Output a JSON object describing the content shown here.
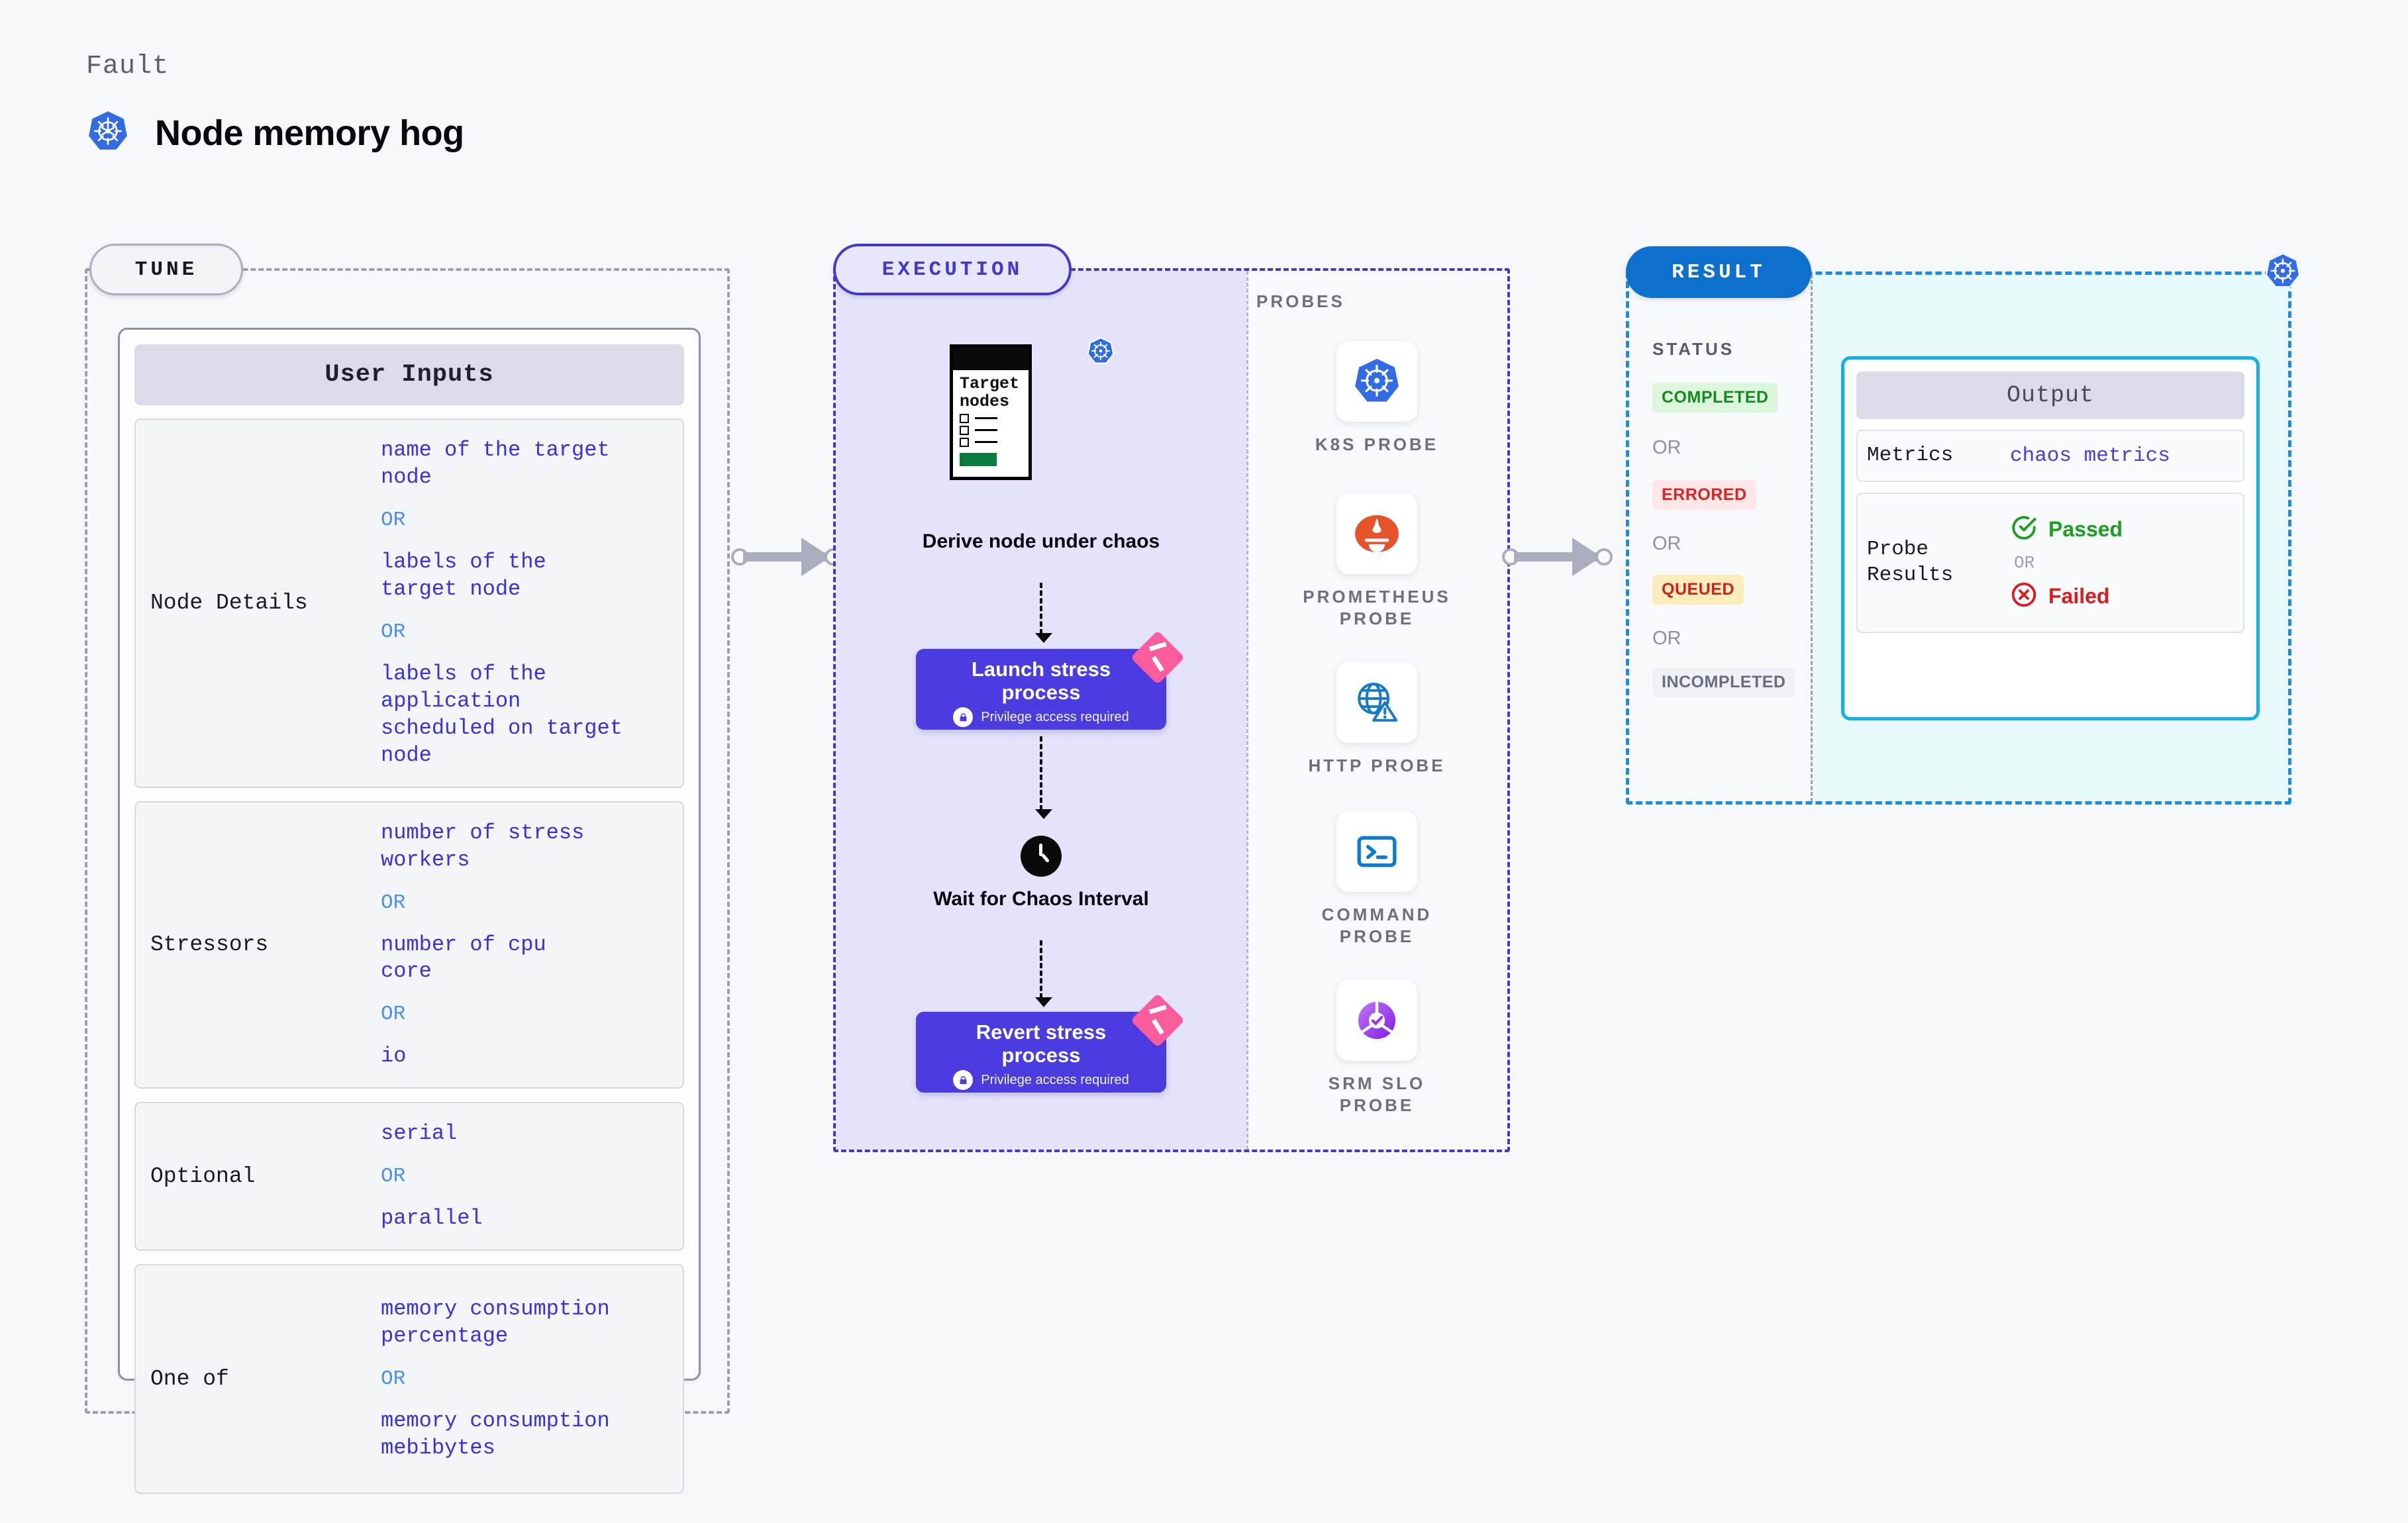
{
  "header": {
    "eyebrow": "Fault",
    "title": "Node memory hog",
    "icon": "kubernetes-icon"
  },
  "tune": {
    "tag": "TUNE",
    "card_title": "User Inputs",
    "or_label": "OR",
    "rows": [
      {
        "key": "Node Details",
        "values": [
          "name of the target\nnode",
          "labels of the\ntarget node",
          "labels of the application\n scheduled on target node"
        ]
      },
      {
        "key": "Stressors",
        "values": [
          "number of stress\nworkers",
          "number of cpu\ncore",
          "io"
        ]
      },
      {
        "key": "Optional",
        "values": [
          "serial",
          "parallel"
        ]
      },
      {
        "key": "One of",
        "values": [
          "memory consumption\npercentage",
          "memory consumption\nmebibytes"
        ]
      }
    ]
  },
  "execution": {
    "tag": "EXECUTION",
    "node_card": {
      "title": "Target\nnodes",
      "checkbox_count": 3
    },
    "steps": [
      {
        "label": "Derive node under\nchaos",
        "icon": "kubernetes-icon"
      },
      {
        "label": "Launch stress\nprocess",
        "sub": "Privilege access required",
        "icon": "lock-icon",
        "badge": "privilege-ribbon"
      },
      {
        "label": "Wait for Chaos\nInterval",
        "icon": "clock-icon"
      },
      {
        "label": "Revert stress\nprocess",
        "sub": "Privilege access required",
        "icon": "lock-icon",
        "badge": "privilege-ribbon"
      }
    ],
    "probes_title": "PROBES",
    "probes": [
      {
        "label": "K8S PROBE",
        "icon": "kubernetes-icon"
      },
      {
        "label": "PROMETHEUS\nPROBE",
        "icon": "prometheus-icon"
      },
      {
        "label": "HTTP PROBE",
        "icon": "globe-warning-icon"
      },
      {
        "label": "COMMAND\nPROBE",
        "icon": "terminal-icon"
      },
      {
        "label": "SRM SLO\nPROBE",
        "icon": "slo-donut-icon"
      }
    ]
  },
  "result": {
    "tag": "RESULT",
    "status_title": "STATUS",
    "or_label": "OR",
    "statuses": [
      {
        "label": "COMPLETED",
        "bg": "#ddf6dd",
        "fg": "#148a20"
      },
      {
        "label": "ERRORED",
        "bg": "#fde7e7",
        "fg": "#e02222"
      },
      {
        "label": "QUEUED",
        "bg": "#fdedbd",
        "fg": "#d22020"
      },
      {
        "label": "INCOMPLETED",
        "bg": "#f0f1f6",
        "fg": "#666d80"
      }
    ],
    "output": {
      "title": "Output",
      "metrics_key": "Metrics",
      "metrics_value": "chaos metrics",
      "probe_results_key": "Probe\nResults",
      "passed": "Passed",
      "failed": "Failed",
      "or_label": "OR"
    },
    "corner_icon": "kubernetes-icon"
  },
  "colors": {
    "accent_purple": "#4a3ce0",
    "accent_blue": "#0d70cd",
    "accent_cyan": "#11b0e8",
    "pink_badge": "#fa5c9c",
    "value_text": "#3b2fe0",
    "or_text": "#4d90ef"
  }
}
